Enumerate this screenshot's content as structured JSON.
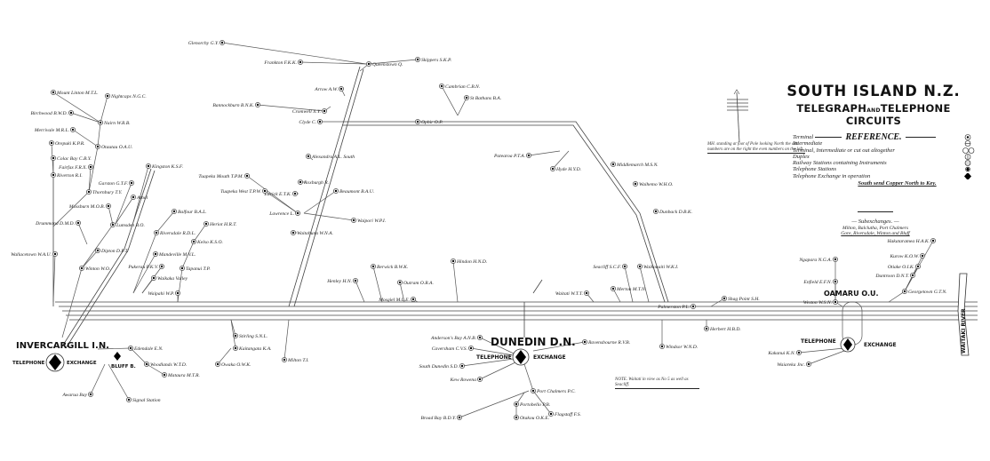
{
  "title": "SOUTH ISLAND N.Z.",
  "subtitle_a": "TELEGRAPH",
  "subtitle_and": "AND",
  "subtitle_b": "TELEPHONE CIRCUITS",
  "reference": {
    "heading": "REFERENCE.",
    "items": [
      {
        "label": "Terminal",
        "symbol": "terminal"
      },
      {
        "label": "Intermediate",
        "symbol": "intermediate"
      },
      {
        "label": "Terminal, Intermediate or cut out altogether",
        "symbol": "cut-out"
      },
      {
        "label": "Duplex",
        "symbol": "duplex"
      },
      {
        "label": "Railway Stations containing Instruments",
        "symbol": "railway"
      },
      {
        "label": "Telephone Stations",
        "symbol": "telephone"
      },
      {
        "label": "Telephone Exchange in operation",
        "symbol": "exchange"
      }
    ],
    "footer": "South send Copper North to Key."
  },
  "subexchanges": {
    "heading": "— Subexchanges. —",
    "line1": "Milton, Balclutha, Port Chalmers",
    "line2": "Gore, Riversdale, Winton and Bluff"
  },
  "pole_note": "MH. standing at foot of Pole looking North the odd numbers are on the right the even numbers on the left.",
  "note": "NOTE. Waitati in view as No 5 as well as Seacliff.",
  "exchanges": {
    "invercargill": {
      "name": "INVERCARGILL I.N.",
      "telephone": "TELEPHONE",
      "exchange": "EXCHANGE"
    },
    "dunedin": {
      "name": "DUNEDIN D.N.",
      "telephone": "TELEPHONE",
      "exchange": "EXCHANGE"
    },
    "oamaru": {
      "name": "OAMARU O.U.",
      "telephone": "TELEPHONE",
      "exchange": "EXCHANGE"
    }
  },
  "bluff": "BLUFF B.",
  "river": "WAITAKI RIVER",
  "stations": [
    "Mount Linton M.T.L.",
    "Nightcaps N.G.C.",
    "Birchwood B.W.D.",
    "Nairn W.R.B.",
    "Merrivale M.R.L.",
    "Otautau O.A.U.",
    "Orepuki K.P.R.",
    "Colac Bay C.B.Y.",
    "Riverton R.I.",
    "Fairfax F.R.X.",
    "Thornbury T.Y.",
    "Kingston K.S.F.",
    "Garston G.T.F.",
    "Athol",
    "Lumsden B.O.",
    "Mossburn M.O.B.",
    "Dipton D.P.T.",
    "Drummond D.M.D.",
    "Winton W.O.",
    "Wallacetown W.A.U.",
    "Balfour B.A.L.",
    "Riversdale R.D.L.",
    "Mandeville M.V.L.",
    "Pukerau P.K.V.",
    "Waikaka Valley",
    "Edendale E.N.",
    "Woodlands W.T.D.",
    "Mataura M.T.R.",
    "Awarua Bay",
    "Signal Station",
    "Heriot H.R.T.",
    "Kelso K.S.O.",
    "Tapanui T.P.",
    "Waipahi W.P.",
    "Stirling S.N.L.",
    "Kaitangata K.A.",
    "Owaka O.W.K.",
    "Milton T.I.",
    "Glenorchy G.Y.",
    "Frankton F.K.K.",
    "Queenstown Q.",
    "Skippers S.K.P.",
    "Arrow A.W.",
    "Bannockburn B.N.K.",
    "Cromwell X.Y.",
    "Clyde C.",
    "Alexandra A.L. South",
    "Roxburgh R.",
    "Ettrick E.T.K.",
    "Tuapeka Mouth T.P.M.",
    "Tuapeka West T.P.W.",
    "Lawrence L.",
    "Beaumont B.A.U.",
    "Waipori W.P.I.",
    "Waitahuna W.N.A.",
    "Ophir O.P.",
    "Cambrian C.B.N.",
    "St Bathans B.A.",
    "Patearoa P.T.A.",
    "Hyde H.Y.D.",
    "Middlemarch M.S.N.",
    "Waihemo W.H.O.",
    "Dunback D.B.K.",
    "Berwick B.W.K.",
    "Henley H.N.",
    "Outram O.R.A.",
    "Mosgiel M.L.E.",
    "Hindon H.N.D.",
    "Anderson's Bay A.N.B.",
    "Caversham C.V.S.",
    "South Dunedin S.D.",
    "Kew Rowena",
    "Port Chalmers P.C.",
    "Portobello P.B.",
    "Otakou O.K.E.",
    "Broad Bay B.D.Y.",
    "Flagstaff F.S.",
    "Ravensbourne R.V.B.",
    "Waitati W.T.T.",
    "Merton M.T.N.",
    "Waikouaiti W.K.I.",
    "Palmerston P.L.",
    "Shag Point S.H.",
    "Herbert H.B.D.",
    "Ngapara N.G.A.",
    "Enfield E.F.N.",
    "Weston W.S.N.",
    "Hakataramea H.A.K.",
    "Kurow K.O.W.",
    "Otiake O.I.K.",
    "Duntroon D.N.T.",
    "Georgetown G.T.N.",
    "Kakanui K.N.",
    "Waiareka Jnc.",
    "Windsor W.N.D.",
    "Seacliff S.C.F."
  ]
}
